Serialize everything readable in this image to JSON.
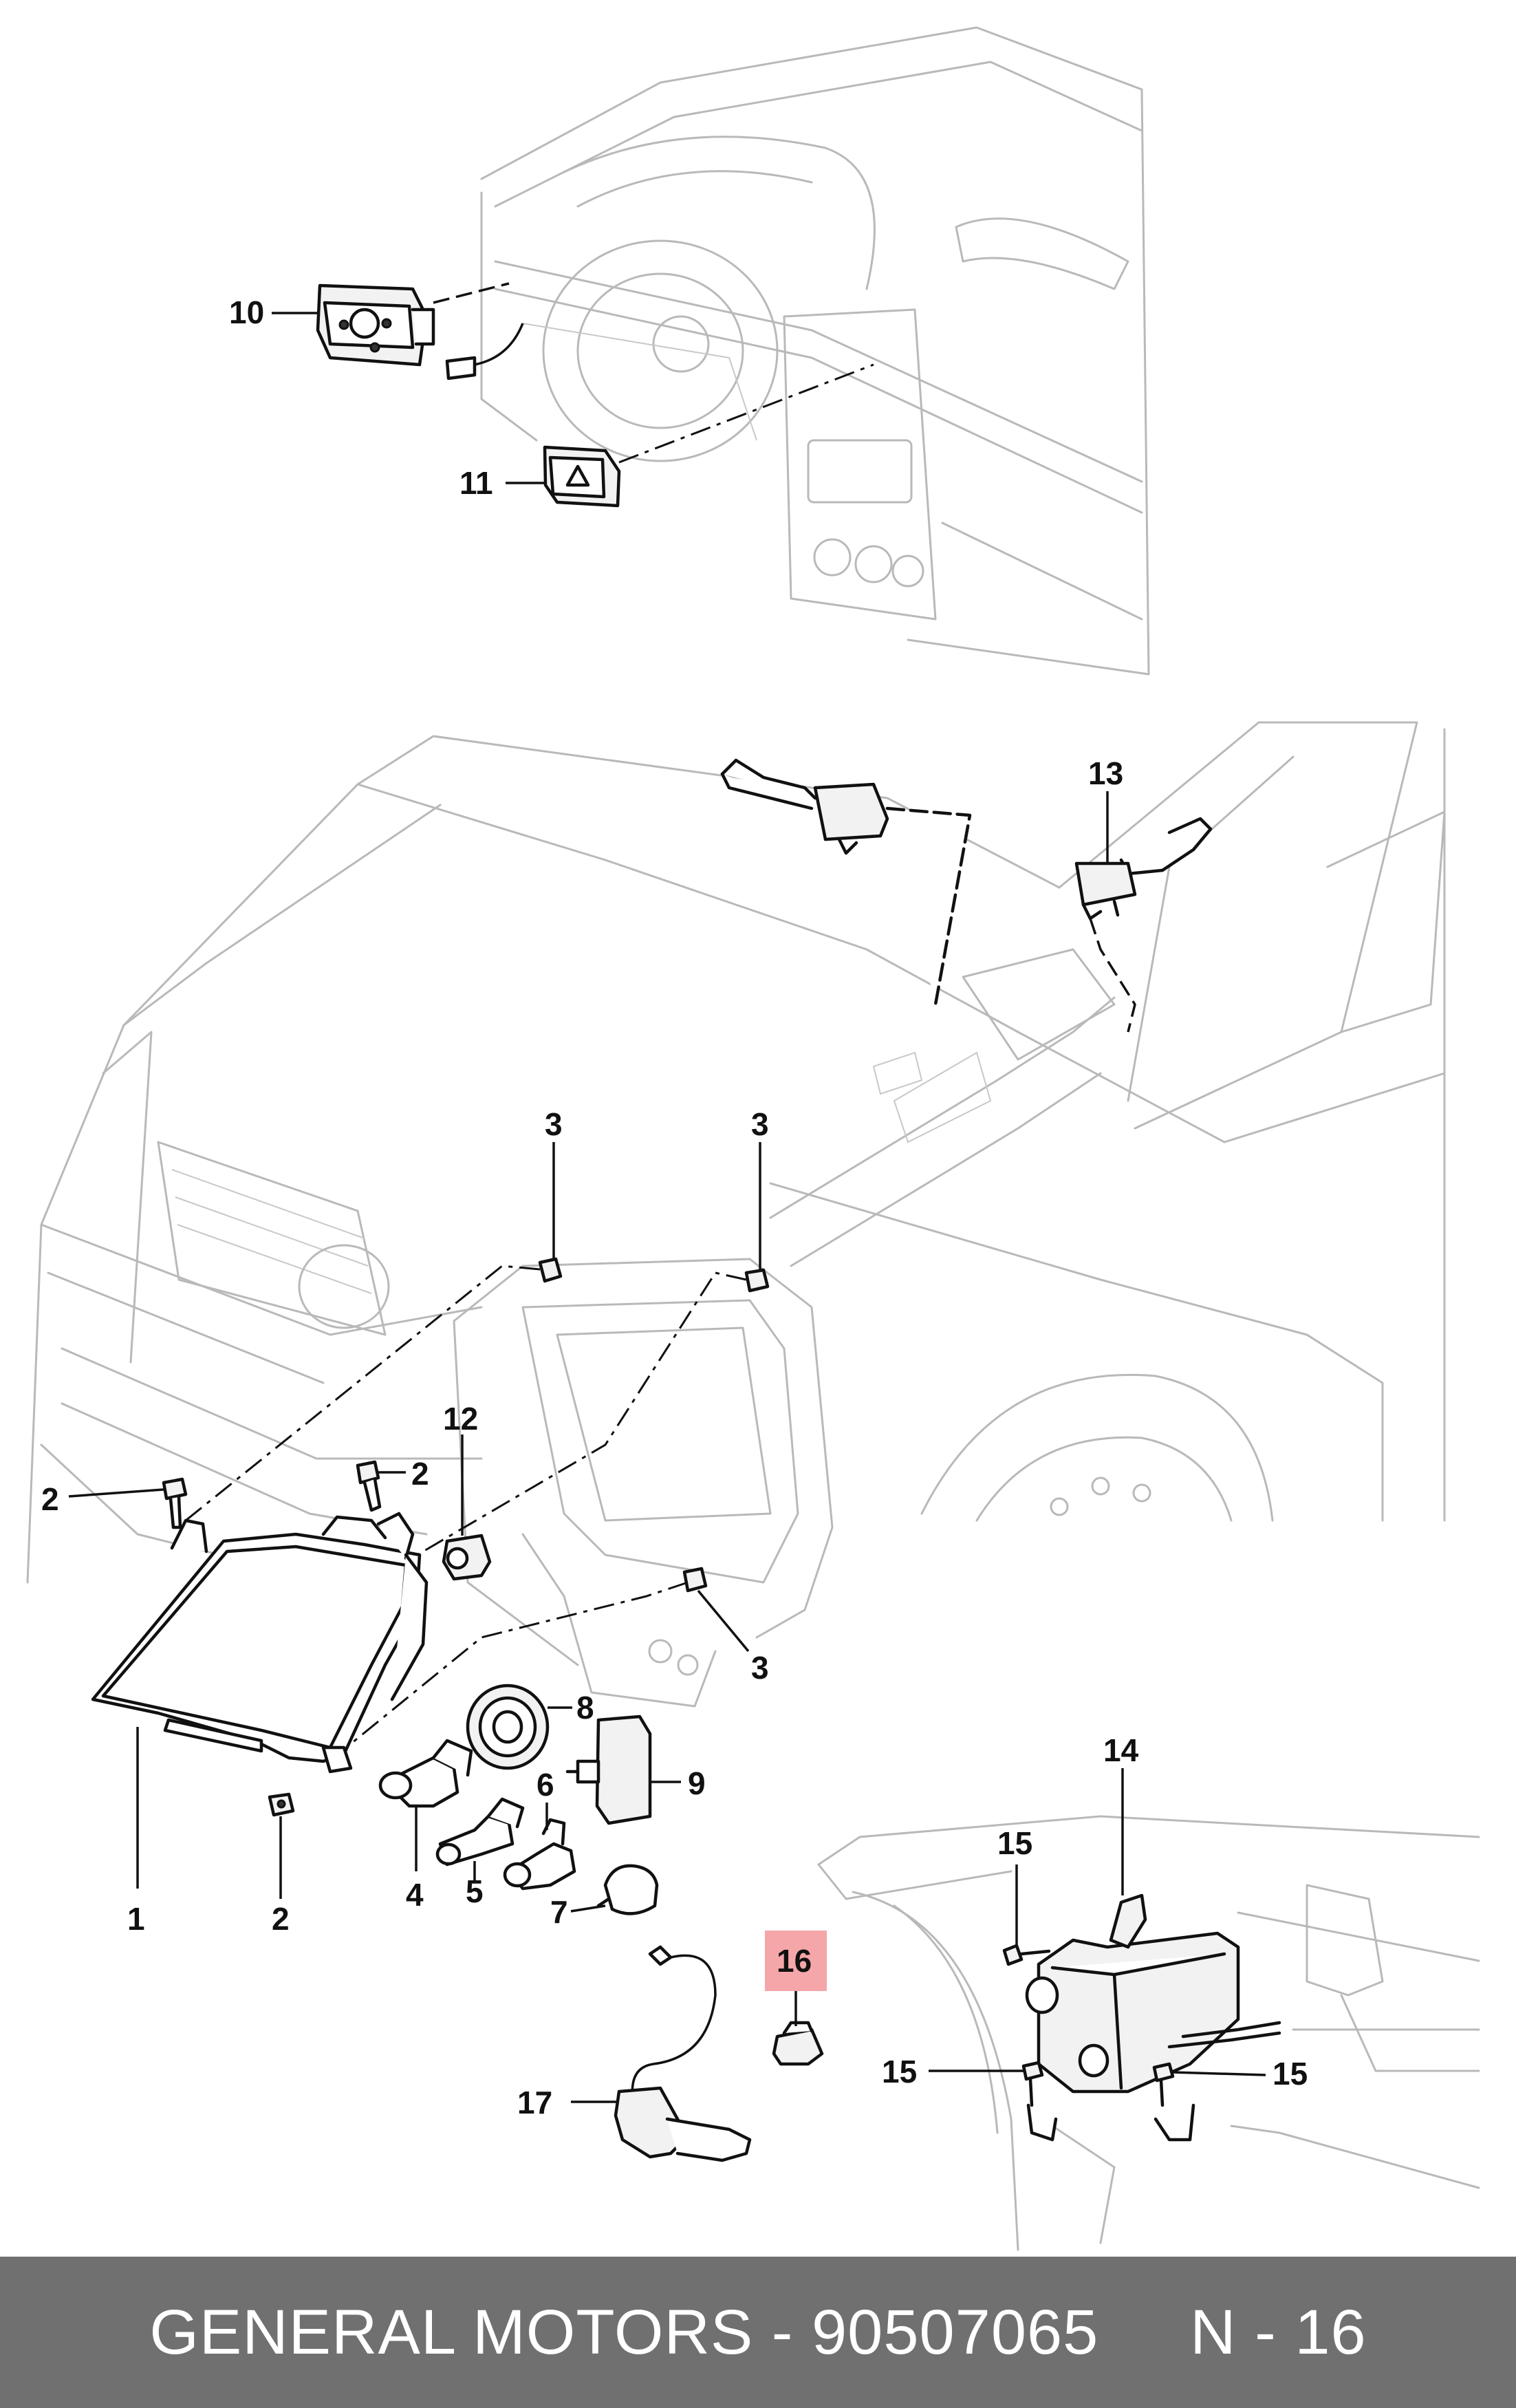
{
  "diagram": {
    "callouts": [
      {
        "id": "c10",
        "text": "10"
      },
      {
        "id": "c11",
        "text": "11"
      },
      {
        "id": "c13",
        "text": "13"
      },
      {
        "id": "c3a",
        "text": "3"
      },
      {
        "id": "c3b",
        "text": "3"
      },
      {
        "id": "c3c",
        "text": "3"
      },
      {
        "id": "c2a",
        "text": "2"
      },
      {
        "id": "c2b",
        "text": "2"
      },
      {
        "id": "c2c",
        "text": "2"
      },
      {
        "id": "c12",
        "text": "12"
      },
      {
        "id": "c8",
        "text": "8"
      },
      {
        "id": "c9",
        "text": "9"
      },
      {
        "id": "c6",
        "text": "6"
      },
      {
        "id": "c4",
        "text": "4"
      },
      {
        "id": "c5",
        "text": "5"
      },
      {
        "id": "c7",
        "text": "7"
      },
      {
        "id": "c1",
        "text": "1"
      },
      {
        "id": "c14",
        "text": "14"
      },
      {
        "id": "c15a",
        "text": "15"
      },
      {
        "id": "c15b",
        "text": "15"
      },
      {
        "id": "c15c",
        "text": "15"
      },
      {
        "id": "c16",
        "text": "16",
        "highlighted": true
      },
      {
        "id": "c17",
        "text": "17"
      }
    ],
    "highlight_color": "#f4a6a8"
  },
  "footer": {
    "text": "GENERAL MOTORS - 90507065     N - 16",
    "background": "#707070"
  }
}
